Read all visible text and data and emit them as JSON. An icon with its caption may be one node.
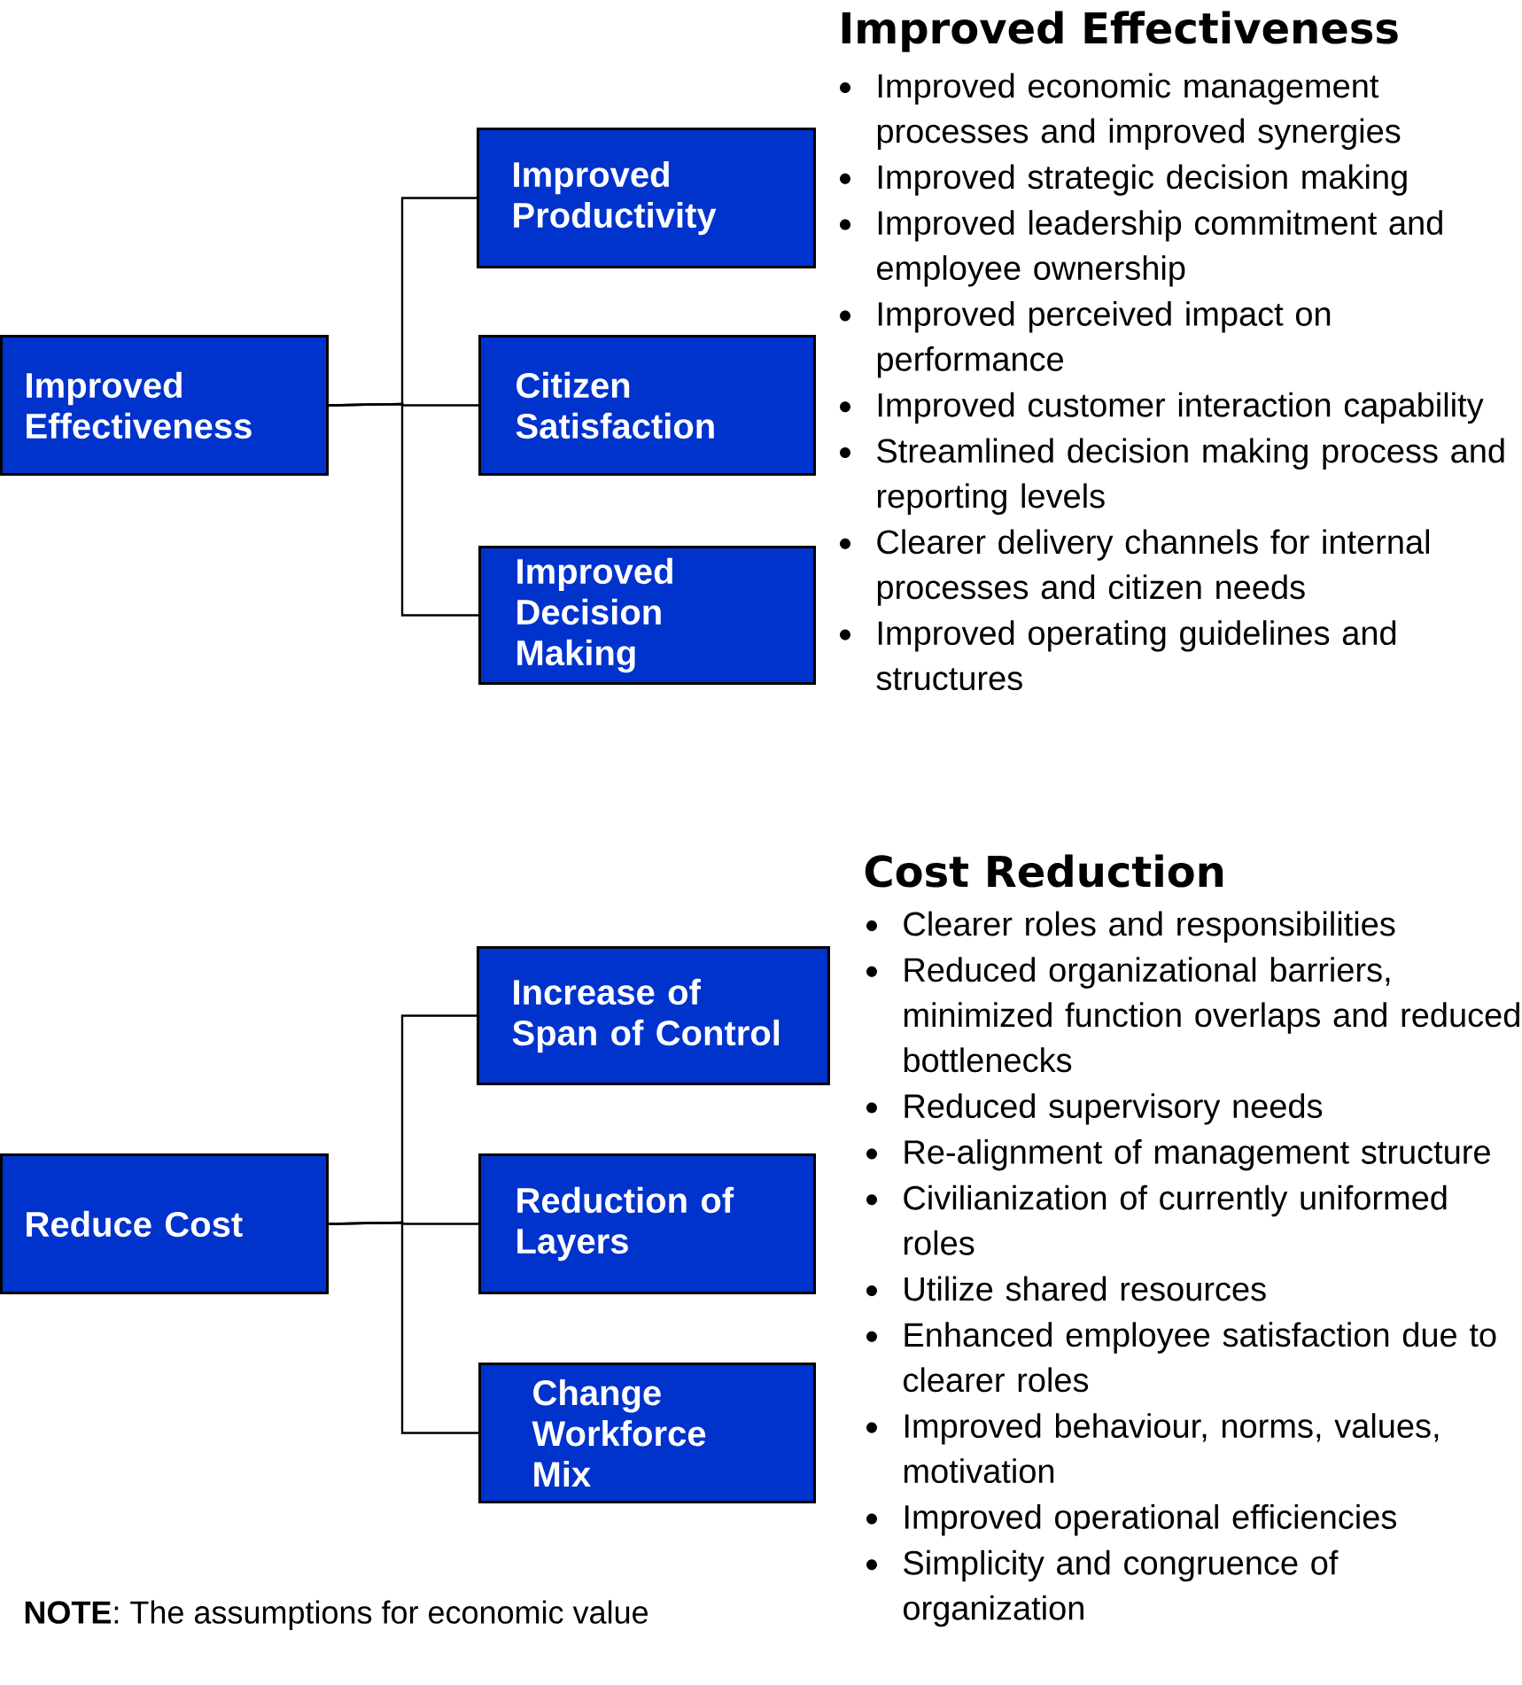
{
  "diagram": {
    "nodes": [
      {
        "text": [
          "Improved Effectiveness"
        ]
      },
      {
        "text": [
          "Improved Productivity"
        ]
      },
      {
        "text": [
          "Citizen Satisfaction"
        ]
      },
      {
        "text": [
          "Improved Decision Making"
        ]
      },
      {
        "text": [
          "Reduce Cost"
        ]
      },
      {
        "text": [
          "Increase of Span of Control"
        ]
      },
      {
        "text": [
          "Reduction of Layers"
        ]
      },
      {
        "text": [
          "Change Workforce Mix"
        ]
      }
    ],
    "edges": [
      {
        "from": 0,
        "to": 1,
        "arrow": "none"
      },
      {
        "from": 0,
        "to": 2,
        "arrow": "none"
      },
      {
        "from": 0,
        "to": 3,
        "arrow": "none"
      },
      {
        "from": 4,
        "to": 5,
        "arrow": "none"
      },
      {
        "from": 4,
        "to": 6,
        "arrow": "none"
      },
      {
        "from": 4,
        "to": 7,
        "arrow": "none"
      }
    ],
    "labels": [
      "Improved Effectiveness",
      "Improved economic management processes and improved synergies",
      "Improved strategic decision making",
      "Improved leadership commitment and employee ownership",
      "Improved perceived impact on performance",
      "Improved customer interaction capability",
      "Streamlined decision making process and reporting levels",
      "Clearer delivery channels for internal processes and citizen needs",
      "Improved operating guidelines and structures",
      "Cost Reduction",
      "Clearer roles and responsibilities",
      "Reduced organizational barriers, minimized function overlaps and reduced bottlenecks",
      "Reduced supervisory needs",
      "Re-alignment of management structure",
      "Civilianization of currently uniformed roles",
      "Utilize shared resources",
      "Enhanced employee satisfaction due to clearer roles",
      "Improved behaviour, norms, values, motivation",
      "Improved operational efficiencies",
      "Simplicity and congruence of organization",
      "**NOTE**:  The assumptions for economic value"
    ]
  }
}
